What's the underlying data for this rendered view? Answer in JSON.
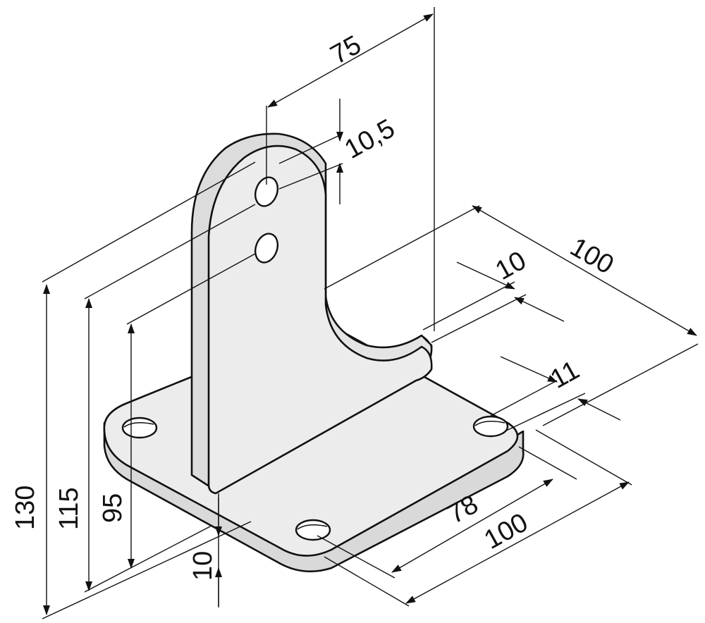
{
  "colors": {
    "line": "#111111",
    "part_fill": "#e9e9e9",
    "part_shade": "#d9d9d9",
    "background": "#ffffff"
  },
  "dimensions": {
    "top_width": "75",
    "hole_diameter": "10,5",
    "base_depth": "100",
    "flange_thickness": "10",
    "base_hole_diameter": "11",
    "hole_spacing": "78",
    "base_width": "100",
    "plate_thickness": "10",
    "total_height": "130",
    "upper_hole_height": "115",
    "lower_hole_height": "95"
  }
}
